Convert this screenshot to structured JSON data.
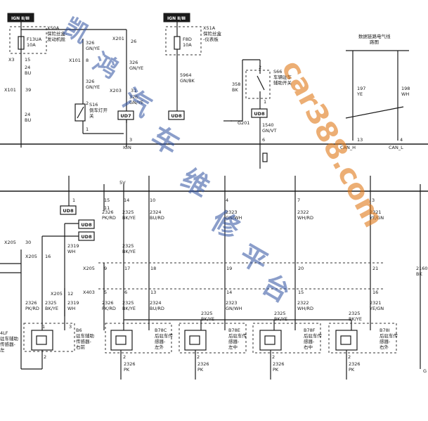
{
  "ign_blocks": [
    "IGN Ⅱ/Ⅲ",
    "IGN Ⅱ/Ⅲ"
  ],
  "fuse_f13": [
    "F13UA",
    "10A"
  ],
  "fuse_f13_desc": [
    "X50A",
    "保险丝盒-",
    "发动机舱"
  ],
  "fuse_f8": [
    "F8D",
    "10A"
  ],
  "fuse_f8_desc": [
    "X51A",
    "保险丝盒",
    "-仪表板"
  ],
  "switch_s16": [
    "S16",
    "倒车灯开",
    "关"
  ],
  "switch_s66": [
    "S66",
    "车辆驻车",
    "辅助开关"
  ],
  "module_top": [
    "数据链路电气线",
    "路图"
  ],
  "labels": [
    "15",
    "X3",
    "24",
    "BU",
    "X101",
    "39",
    "24",
    "BU",
    "X201",
    "26",
    "326",
    "GN/YE",
    "X101",
    "8",
    "326",
    "GN/YE",
    "326",
    "GN/YE",
    "X203",
    "31",
    "326",
    "GN/YE",
    "2",
    "1",
    "UD7",
    "UD8",
    "3",
    "IGN",
    "5964",
    "GN/BK",
    "358",
    "BK",
    "G201",
    "2",
    "1",
    "UD8",
    "1540",
    "GN/VT",
    "6",
    "197",
    "YE",
    "198",
    "WH",
    "13",
    "4",
    "CAN_H",
    "CAN_L",
    "1",
    "2",
    "5V",
    "15",
    "11",
    "14",
    "10",
    "4",
    "7",
    "3",
    "UD8",
    "2326",
    "PK/RD",
    "2325",
    "BK/YE",
    "2324",
    "BU/RD",
    "2323",
    "GN/WH",
    "2322",
    "WH/RD",
    "2321",
    "YE/GN",
    "UD8",
    "UD8",
    "X205",
    "30",
    "X205",
    "16",
    "2319",
    "WH",
    "2325",
    "BK/YE",
    "X205",
    "9",
    "17",
    "18",
    "19",
    "20",
    "21",
    "X403",
    "5",
    "6",
    "13",
    "14",
    "15",
    "16",
    "X205",
    "12",
    "2326",
    "PK/RD",
    "2325",
    "BK/YE",
    "2319",
    "WH",
    "2326",
    "PK/RD",
    "2325",
    "BK/YE",
    "2324",
    "BU/RD",
    "2323",
    "GN/WH",
    "2322",
    "WH/RD",
    "2321",
    "YE/GN",
    "1",
    "3",
    "2325",
    "BK/YE",
    "2325",
    "BK/YE",
    "2325",
    "BK/YE",
    "2160",
    "BK",
    "2",
    "2",
    "2",
    "2",
    "2",
    "2326",
    "PK",
    "2326",
    "PK",
    "2326",
    "PK",
    "2326",
    "PK",
    "G",
    "4LF",
    "驻车辅助",
    "传感器-",
    "左"
  ],
  "sensors": [
    [
      "B6",
      "驻车辅助",
      "传感器-",
      "右前"
    ],
    [
      "B78C",
      "后驻车传",
      "感器-",
      "左外"
    ],
    [
      "B78E",
      "后驻车传",
      "感器-",
      "左中"
    ],
    [
      "B78F",
      "后驻车传",
      "感器-",
      "右中"
    ],
    [
      "B78I",
      "后驻车传",
      "感器-",
      "右外"
    ]
  ],
  "watermarks": [
    "凯",
    "鸿",
    "汽",
    "车",
    "维",
    "修",
    "平",
    "台",
    "car388.com"
  ]
}
